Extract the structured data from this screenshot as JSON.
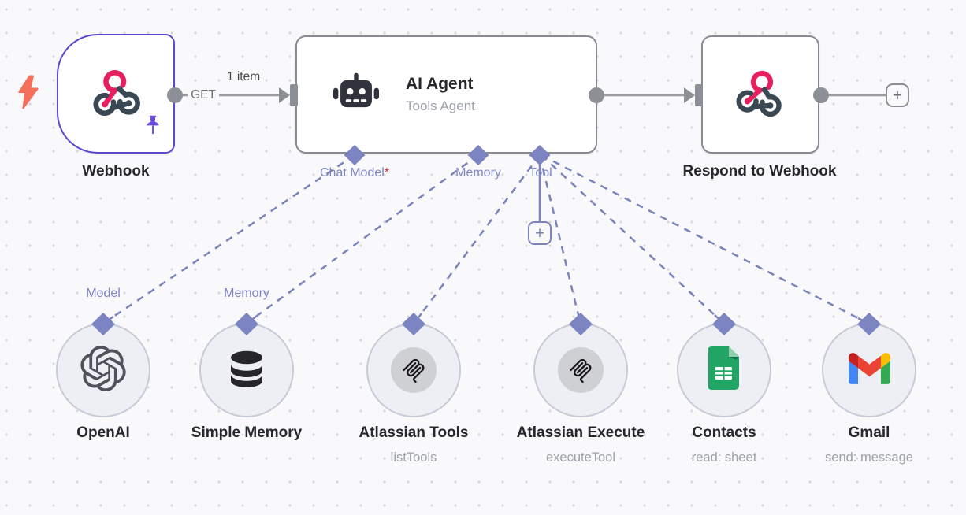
{
  "canvas": {
    "background": "#f9f9fb",
    "dot_color": "#d6d6da"
  },
  "colors": {
    "trigger_border": "#5b47cf",
    "node_border": "#888b94",
    "wire_gray": "#9a9ba1",
    "connector_purple": "#7b83bd",
    "port_label": "#7d86c4",
    "required_red": "#d6263e",
    "bolt_orange": "#f4705c",
    "pin_purple": "#6b4be1",
    "webhook_pink": "#e6205f",
    "webhook_dark": "#394853",
    "sheets_green": "#23a566",
    "gmail_red": "#ea4335",
    "gmail_blue": "#4285f4",
    "gmail_green": "#34a853",
    "gmail_yellow": "#fbbc04"
  },
  "connection": {
    "items_label": "1 item",
    "verb_label": "GET"
  },
  "nodes": {
    "webhook": {
      "label": "Webhook"
    },
    "ai_agent": {
      "title": "AI Agent",
      "subtitle": "Tools Agent",
      "ports": {
        "chat_model": {
          "label": "Chat Model",
          "required_marker": "*"
        },
        "memory": {
          "label": "Memory"
        },
        "tool": {
          "label": "Tool"
        }
      }
    },
    "respond": {
      "label": "Respond to Webhook"
    }
  },
  "sub_nodes": [
    {
      "label": "OpenAI",
      "port_label": "Model",
      "icon": "openai-logo"
    },
    {
      "label": "Simple Memory",
      "port_label": "Memory",
      "icon": "database"
    },
    {
      "label": "Atlassian Tools",
      "sublabel": "listTools",
      "icon": "mcp-logo"
    },
    {
      "label": "Atlassian Execute",
      "sublabel": "executeTool",
      "icon": "mcp-logo"
    },
    {
      "label": "Contacts",
      "sublabel": "read: sheet",
      "icon": "google-sheets"
    },
    {
      "label": "Gmail",
      "sublabel": "send: message",
      "icon": "gmail"
    }
  ],
  "buttons": {
    "add_tool": "+",
    "add_next": "+"
  }
}
